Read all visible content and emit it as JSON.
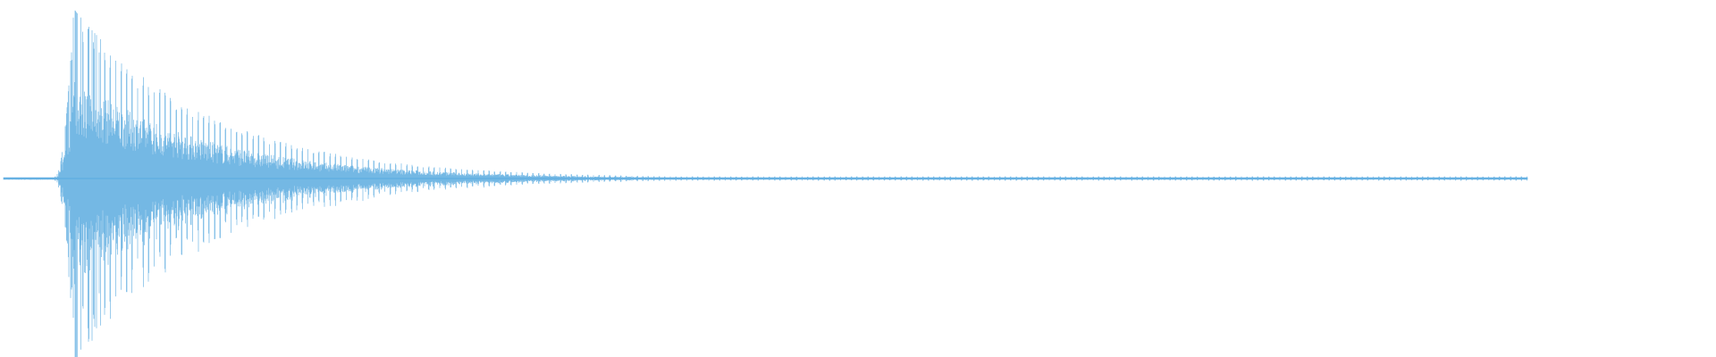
{
  "waveform": {
    "color": "#5aaae0",
    "baseline_color": "#5aaae0",
    "shape": "percussive-decay",
    "peak_amplitude": 1.0,
    "duration_fraction_visible": 0.89,
    "onset_fraction": 0.032,
    "peak_fraction": 0.043,
    "decay_half_life_fraction": 0.055,
    "pulse_spacing_fraction": 0.0032,
    "noise_floor": 0.012
  }
}
